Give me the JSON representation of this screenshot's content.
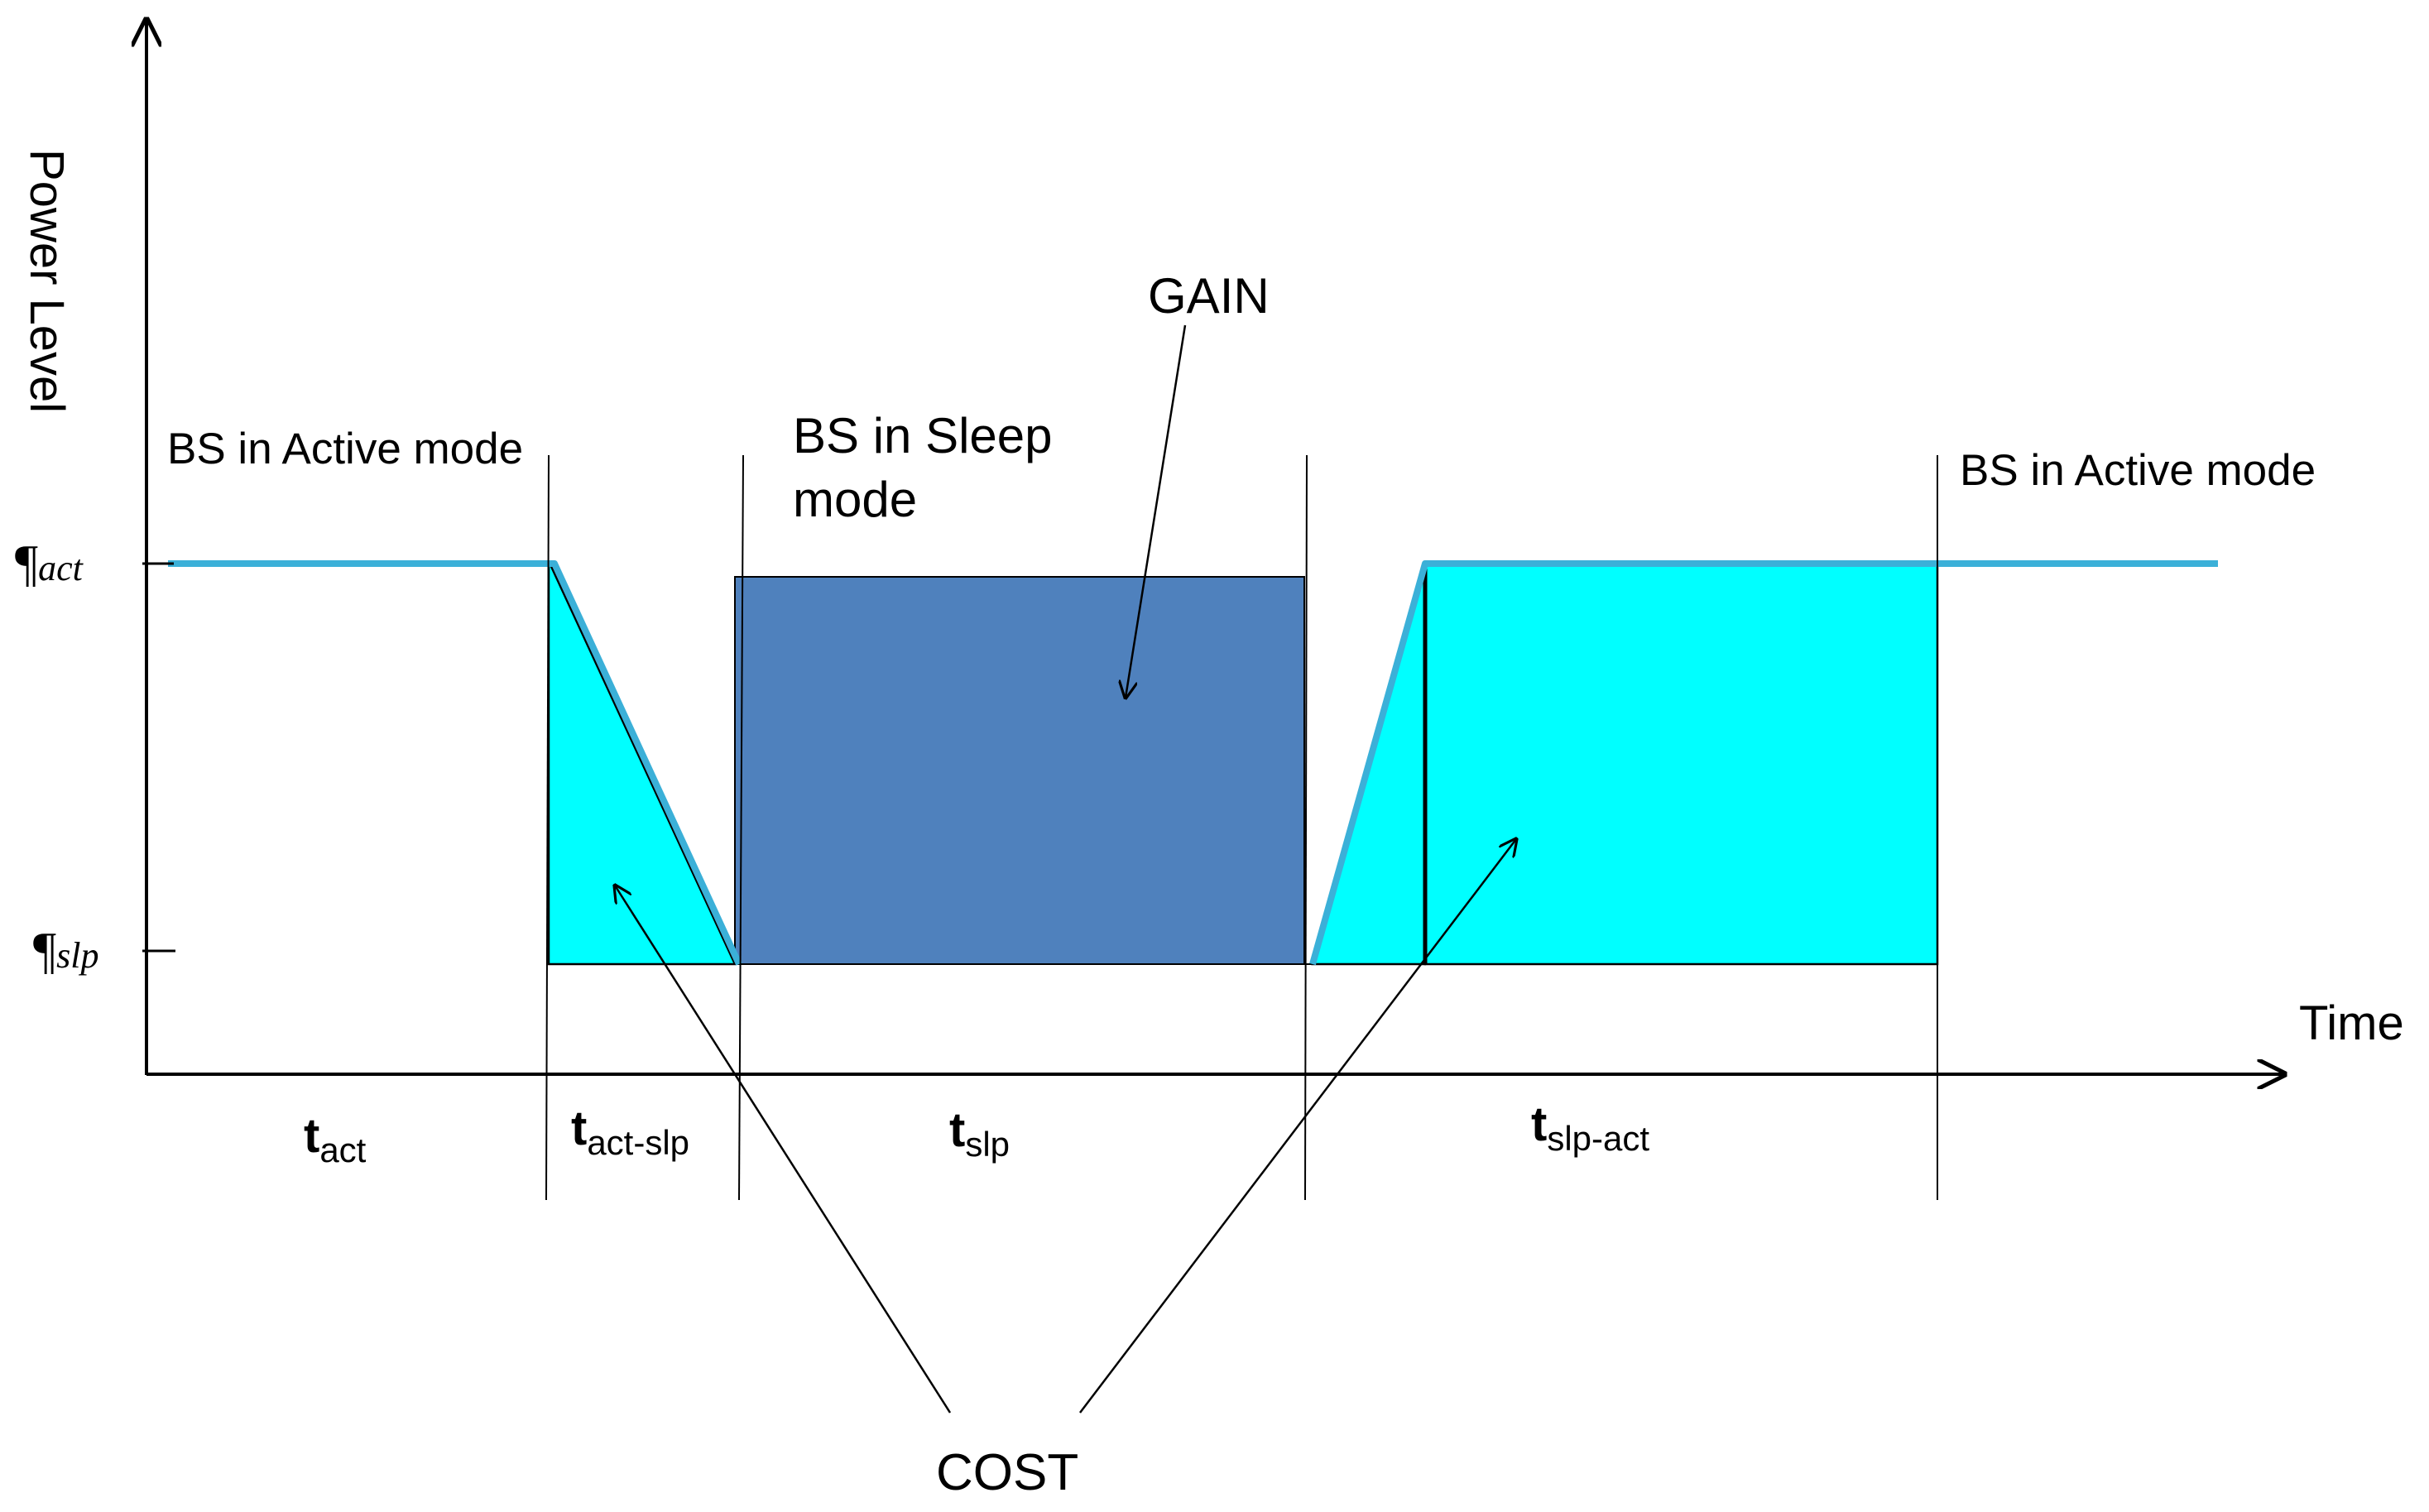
{
  "axes": {
    "y_label": "Power Level",
    "x_label": "Time",
    "y_ticks": [
      {
        "symbol": "¶",
        "sub": "act"
      },
      {
        "symbol": "¶",
        "sub": "slp"
      }
    ]
  },
  "regions": {
    "active_left": "BS in Active mode",
    "sleep_line1": "BS in Sleep",
    "sleep_line2": "mode",
    "active_right": "BS in Active mode"
  },
  "intervals": [
    {
      "main": "t",
      "sub": "act"
    },
    {
      "main": "t",
      "sub": "act-slp"
    },
    {
      "main": "t",
      "sub": "slp"
    },
    {
      "main": "t",
      "sub": "slp-act"
    }
  ],
  "annotations": {
    "gain": "GAIN",
    "cost": "COST"
  },
  "colors": {
    "power_line": "#3bb0d8",
    "cost_fill": "#00ffff",
    "gain_fill": "#4f81bd",
    "axis": "#000000"
  }
}
